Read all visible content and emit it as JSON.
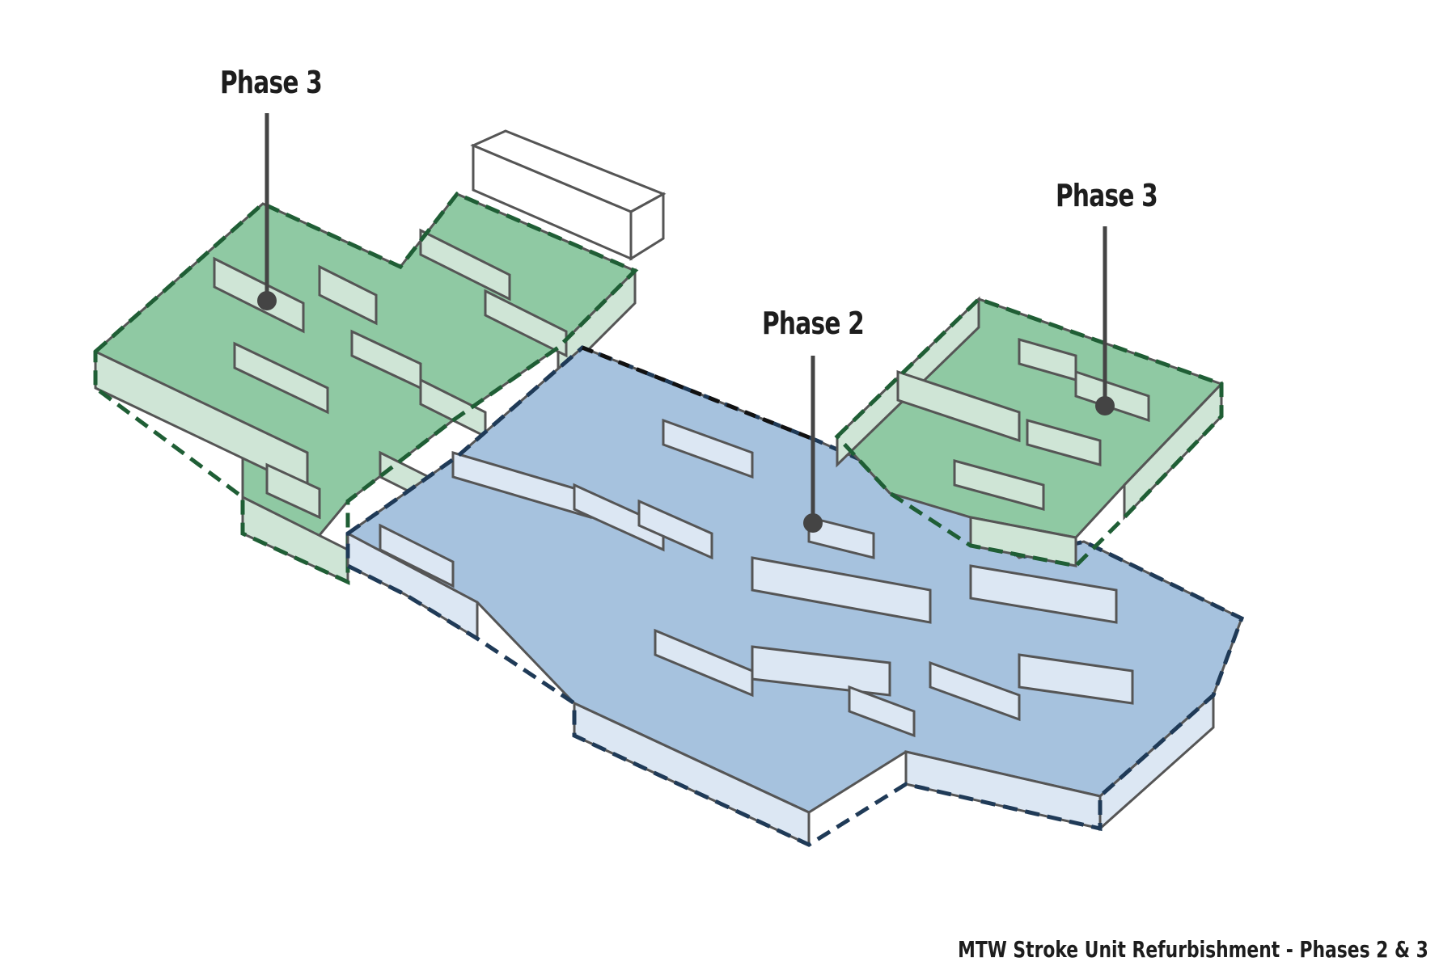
{
  "callouts": {
    "phase3_left": "Phase 3",
    "phase3_right": "Phase 3",
    "phase2": "Phase 2"
  },
  "caption": "MTW Stroke Unit Refurbishment - Phases 2 & 3",
  "colors": {
    "phase3_fill": "#8fc9a3",
    "phase3_wall": "#cfe5d6",
    "phase3_border": "#1f5e35",
    "phase2_fill": "#a6c2de",
    "phase2_wall": "#dce7f3",
    "phase2_border": "#1f3a57",
    "line": "#444444"
  }
}
